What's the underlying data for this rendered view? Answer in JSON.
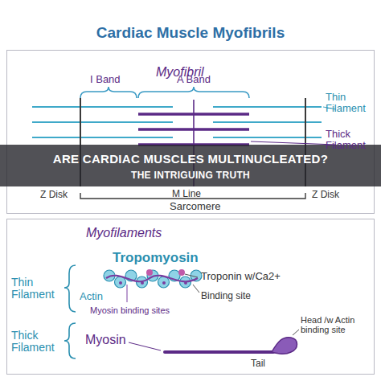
{
  "diagram": {
    "title": "Cardiac Muscle Myofibrils",
    "nodes": [
      {
        "text": [
          "Myofibril"
        ]
      },
      {
        "text": [
          "Myofilaments"
        ]
      },
      {
        "text": [
          "ARE CARDIAC MUSCLES MULTINUCLEATED?",
          "THE INTRIGUING TRUTH"
        ]
      }
    ],
    "labels": [
      "I Band",
      "A Band",
      "Thin Filament",
      "Thick Filament",
      "Z Disk",
      "M Line",
      "Z Disk",
      "Sarcomere",
      "Tropomyosin",
      "Thin Filament",
      "Actin",
      "Troponin w/Ca2+",
      "Myosin binding sites",
      "Binding site",
      "Thick Filament",
      "Myosin",
      "Head /w Actin binding site",
      "Tail"
    ]
  }
}
